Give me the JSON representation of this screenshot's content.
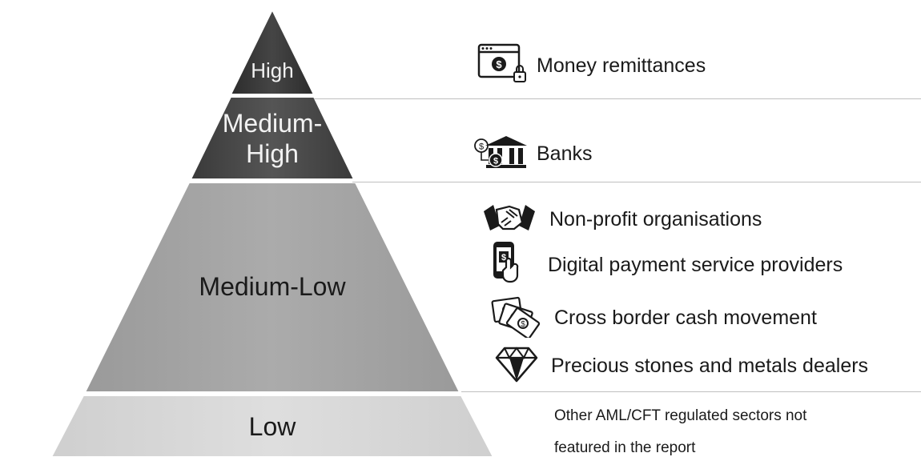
{
  "tiers": [
    {
      "label": "High",
      "color": "#3a3a3a"
    },
    {
      "label_line1": "Medium-",
      "label_line2": "High",
      "color": "#4a4a4a"
    },
    {
      "label": "Medium-Low",
      "color": "#a6a6a6"
    },
    {
      "label": "Low",
      "color": "#d9d9d9"
    }
  ],
  "sectors": {
    "high": [
      {
        "label": "Money remittances",
        "icon": "browser-dollar-lock-icon"
      }
    ],
    "medium_high": [
      {
        "label": "Banks",
        "icon": "bank-dollar-icon"
      }
    ],
    "medium_low": [
      {
        "label": "Non-profit organisations",
        "icon": "handshake-icon"
      },
      {
        "label": "Digital payment service providers",
        "icon": "phone-payment-icon"
      },
      {
        "label": "Cross border cash movement",
        "icon": "cash-bills-icon"
      },
      {
        "label": "Precious stones and metals dealers",
        "icon": "diamond-icon"
      }
    ],
    "low": {
      "line1": "Other AML/CFT regulated sectors not",
      "line2": "featured in the report"
    }
  },
  "colors": {
    "divider": "#bfbfbf",
    "icon": "#1a1a1a"
  }
}
